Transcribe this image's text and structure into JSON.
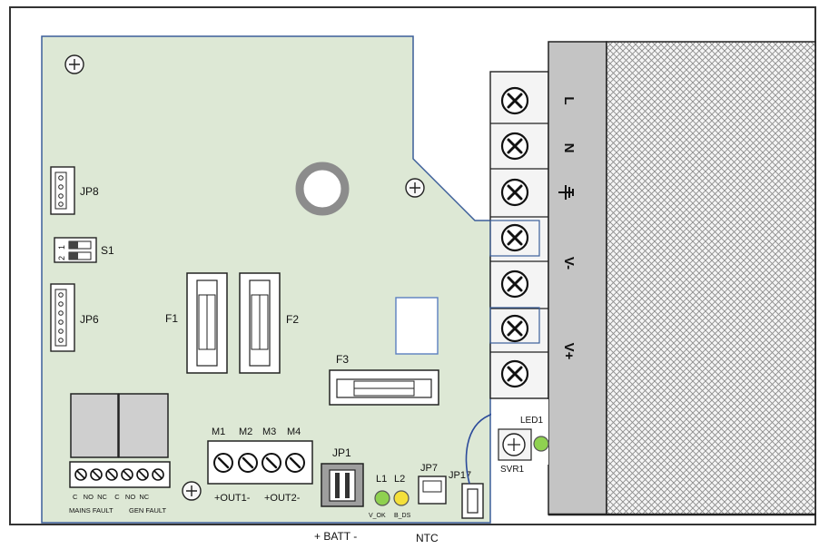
{
  "labels": {
    "jp8": "JP8",
    "s1": "S1",
    "s1_pos1": "1",
    "s1_pos2": "2",
    "jp6": "JP6",
    "f1": "F1",
    "f2": "F2",
    "f3": "F3",
    "m1": "M1",
    "m2": "M2",
    "m3": "M3",
    "m4": "M4",
    "out1": "+OUT1-",
    "out2": "+OUT2-",
    "jp1": "JP1",
    "l1": "L1",
    "l2": "L2",
    "v_ok": "V_OK",
    "b_ds": "B_DS",
    "jp7": "JP7",
    "jp17": "JP17",
    "led1": "LED1",
    "svr1": "SVR1",
    "relay_contacts": "C   NO  NC    C   NO  NC",
    "mains_fault": "MAINS FAULT",
    "gen_fault": "GEN FAULT",
    "batt": "+ BATT -",
    "ntc": "NTC",
    "term_l": "L",
    "term_n": "N",
    "term_vminus": "V-",
    "term_vplus": "V+"
  },
  "colors": {
    "board": "#dde8d5",
    "board_outline": "#3b5e99",
    "led_green": "#8fd150",
    "led_yellow": "#f4e03a",
    "terminal_bg": "#f4f4f4",
    "transformer": "#c4c4c4",
    "mesh": "#8c8c8c",
    "wire": "#2b4a9a",
    "blue_block": "#ffffff"
  },
  "icons": {
    "mount_hole": "crosshair-circle-icon",
    "terminal_screw": "x-screw-icon",
    "earth": "ground-icon"
  }
}
